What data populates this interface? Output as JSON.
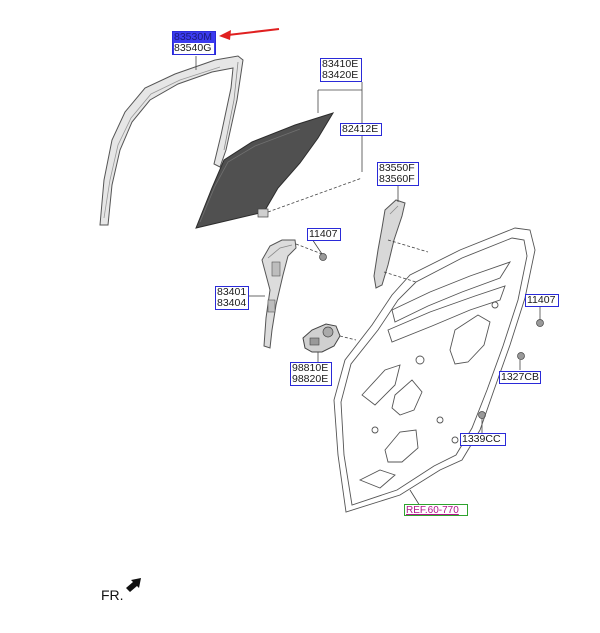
{
  "callouts": {
    "c83530": {
      "lines": [
        "83530M",
        "83540G"
      ]
    },
    "c83410": {
      "lines": [
        "83410E",
        "83420E"
      ]
    },
    "c82412": {
      "lines": [
        "82412E"
      ]
    },
    "c83550": {
      "lines": [
        "83550F",
        "83560F"
      ]
    },
    "c11407a": {
      "lines": [
        "11407"
      ]
    },
    "c11407b": {
      "lines": [
        "11407"
      ]
    },
    "c83401": {
      "lines": [
        "83401",
        "83404"
      ]
    },
    "c98810": {
      "lines": [
        "98810E",
        "98820E"
      ]
    },
    "c1327": {
      "lines": [
        "1327CB"
      ]
    },
    "c1339": {
      "lines": [
        "1339CC"
      ]
    },
    "cref": {
      "lines": [
        "REF.60-770"
      ]
    }
  },
  "front_indicator": {
    "label": "FR."
  },
  "colors": {
    "callout_border": "#2a2ad8",
    "highlight": "#3b3bef",
    "arrow": "#e02020",
    "ref_border": "#2ea32e",
    "ref_text": "#b0148a",
    "glass": "#505050"
  }
}
